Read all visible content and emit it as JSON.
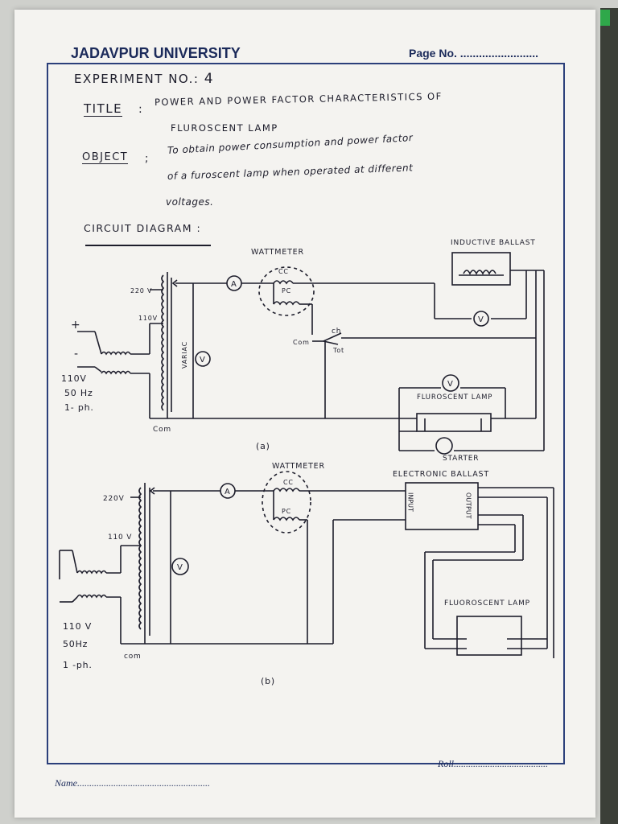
{
  "header": {
    "university": "JADAVPUR UNIVERSITY",
    "page_no_label": "Page No. ........................."
  },
  "experiment": {
    "label": "EXPERIMENT NO.:",
    "number": "4"
  },
  "title": {
    "label": "TITLE",
    "line1": "POWER AND POWER FACTOR CHARACTERISTICS OF",
    "line2": "FLUROSCENT LAMP"
  },
  "object": {
    "label": "OBJECT",
    "line1": "To obtain power consumption and power factor",
    "line2": "of a furoscent lamp when operated at different",
    "line3": "voltages."
  },
  "circuit_heading": "CIRCUIT DIAGRAM :",
  "diagram_a": {
    "caption": "(a)",
    "wattmeter": "WATTMETER",
    "cc": "CC",
    "pc": "PC",
    "v220": "220 V",
    "v110": "110V",
    "variac": "VARIAC",
    "com": "Com",
    "com_switch": "Com",
    "ch": "ch",
    "tot": "Tot",
    "inductive_ballast": "INDUCTIVE BALLAST",
    "fluroscent_lamp": "FLUROSCENT LAMP",
    "starter": "STARTER",
    "supply_line1": "110V",
    "supply_line2": "50 Hz",
    "supply_line3": "1- ph.",
    "ammeter": "A",
    "voltmeter": "V"
  },
  "diagram_b": {
    "caption": "(b)",
    "wattmeter": "WATTMETER",
    "cc": "CC",
    "pc": "PC",
    "v220": "220V",
    "v110": "110 V",
    "com": "com",
    "electronic_ballast": "ELECTRONIC BALLAST",
    "input": "INPUT",
    "output": "OUTPUT",
    "fluoroscent_lamp": "FLUOROSCENT LAMP",
    "supply_line1": "110 V",
    "supply_line2": "50Hz",
    "supply_line3": "1 -ph.",
    "ammeter": "A",
    "voltmeter": "V"
  },
  "footer": {
    "roll": "Roll.......................................",
    "name": "Name......................................................."
  }
}
